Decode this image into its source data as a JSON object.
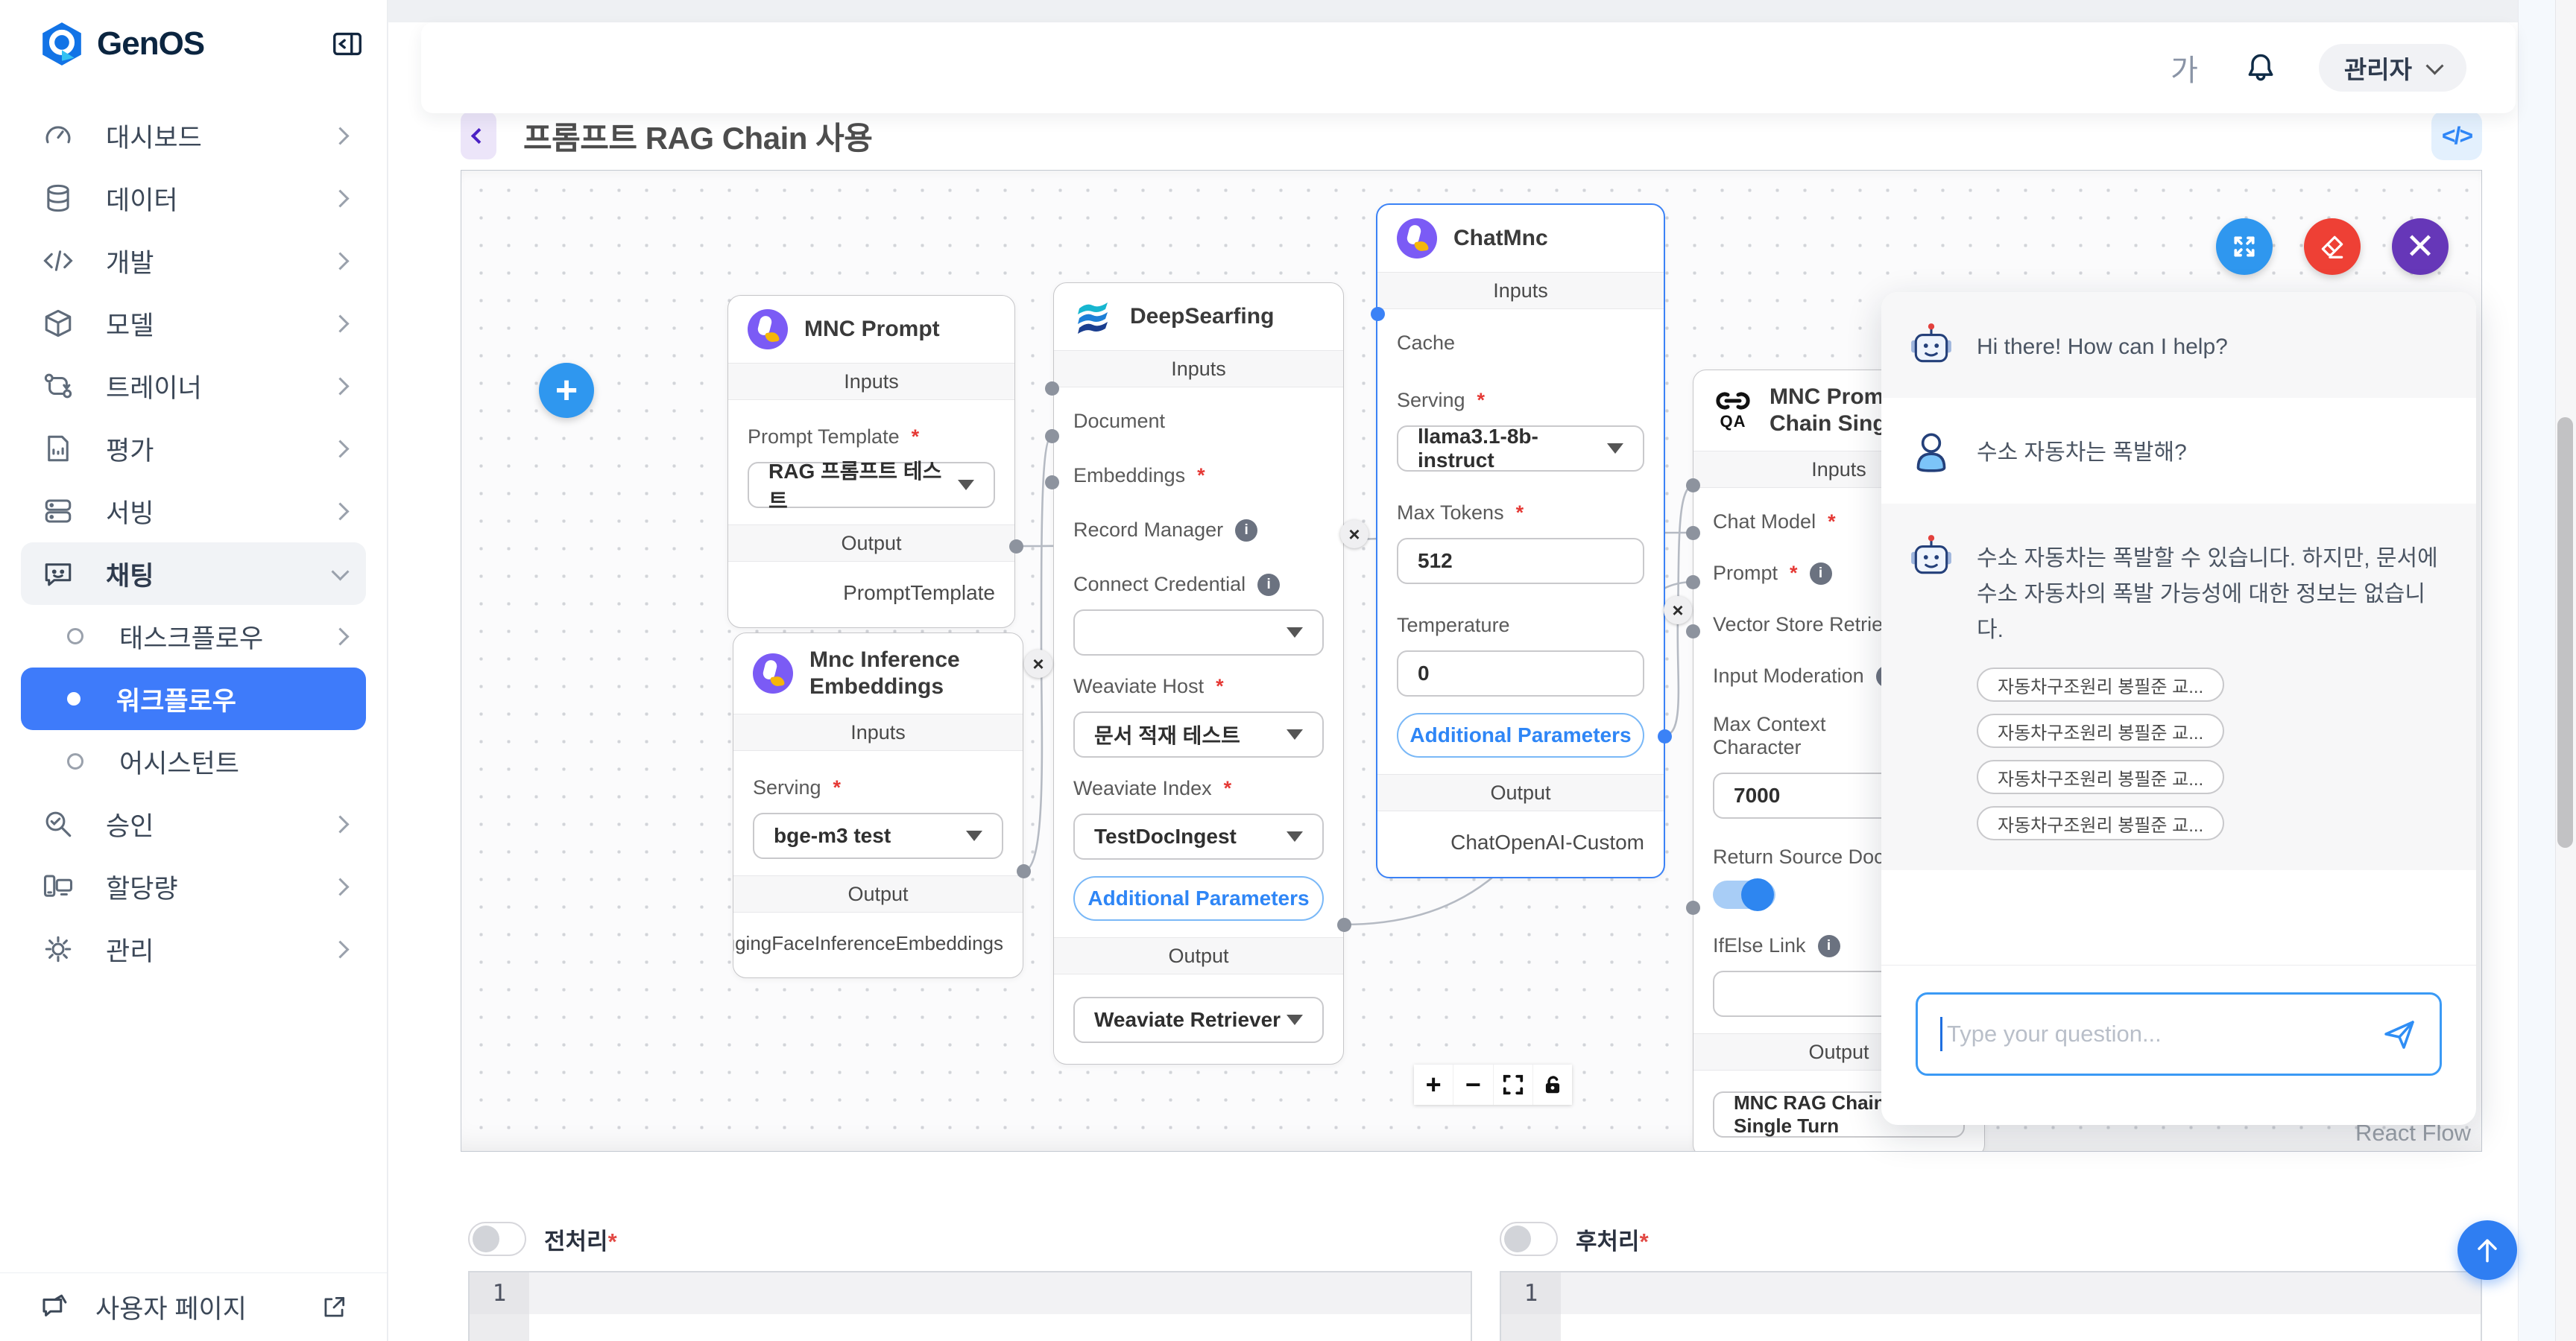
{
  "brand": {
    "name": "GenOS"
  },
  "topbar": {
    "font_toggle": "가",
    "user_menu_label": "관리자"
  },
  "page": {
    "title": "프롬프트 RAG Chain 사용"
  },
  "sidebar": {
    "items": [
      {
        "label": "대시보드"
      },
      {
        "label": "데이터"
      },
      {
        "label": "개발"
      },
      {
        "label": "모델"
      },
      {
        "label": "트레이너"
      },
      {
        "label": "평가"
      },
      {
        "label": "서빙"
      },
      {
        "label": "채팅"
      },
      {
        "label": "태스크플로우"
      },
      {
        "label": "워크플로우"
      },
      {
        "label": "어시스턴트"
      },
      {
        "label": "승인"
      },
      {
        "label": "할당량"
      },
      {
        "label": "관리"
      }
    ],
    "footer_label": "사용자 페이지"
  },
  "canvas": {
    "attribution": "React Flow",
    "sections": {
      "inputs": "Inputs",
      "output": "Output"
    },
    "buttons": {
      "additional_params": "Additional Parameters"
    },
    "nodes": {
      "mnc_prompt": {
        "title": "MNC Prompt",
        "prompt_template_label": "Prompt Template",
        "prompt_template_value": "RAG 프롬프트 테스트",
        "output_handle": "PromptTemplate"
      },
      "mnc_inference_embeddings": {
        "title": "Mnc Inference Embeddings",
        "serving_label": "Serving",
        "serving_value": "bge-m3 test",
        "output_handle": "HuggingFaceInferenceEmbeddings"
      },
      "deepsearfing": {
        "title": "DeepSearfing",
        "document_label": "Document",
        "embeddings_label": "Embeddings",
        "record_manager_label": "Record Manager",
        "connect_credential_label": "Connect Credential",
        "weaviate_host_label": "Weaviate Host",
        "weaviate_host_value": "문서 적재 테스트",
        "weaviate_index_label": "Weaviate Index",
        "weaviate_index_value": "TestDocIngest",
        "output_value": "Weaviate Retriever"
      },
      "chatmnc": {
        "title": "ChatMnc",
        "cache_label": "Cache",
        "serving_label": "Serving",
        "serving_value": "llama3.1-8b-instruct",
        "max_tokens_label": "Max Tokens",
        "max_tokens_value": "512",
        "temperature_label": "Temperature",
        "temperature_value": "0",
        "output_handle": "ChatOpenAI-Custom"
      },
      "rag_chain": {
        "title": "MNC Prompt RAG Chain Single Turn",
        "chat_model_label": "Chat Model",
        "prompt_label": "Prompt",
        "vector_store_label": "Vector Store Retriever",
        "input_moderation_label": "Input Moderation",
        "max_context_label": "Max Context Character",
        "max_context_value": "7000",
        "return_source_label": "Return Source Documents",
        "ifelse_label": "IfElse Link",
        "output_value": "MNC RAG Chain Single Turn"
      }
    }
  },
  "chat": {
    "messages": {
      "greeting": "Hi there! How can I help?",
      "user_question": "수소 자동차는 폭발해?",
      "answer": "수소 자동차는 폭발할 수 있습니다. 하지만, 문서에 수소 자동차의 폭발 가능성에 대한 정보는 없습니다."
    },
    "sources": [
      {
        "label": "자동차구조원리 봉필준 교..."
      },
      {
        "label": "자동차구조원리 봉필준 교..."
      },
      {
        "label": "자동차구조원리 봉필준 교..."
      },
      {
        "label": "자동차구조원리 봉필준 교..."
      }
    ],
    "input_placeholder": "Type your question..."
  },
  "bottom": {
    "pre_label": "전처리",
    "post_label": "후처리",
    "line_number": "1"
  }
}
